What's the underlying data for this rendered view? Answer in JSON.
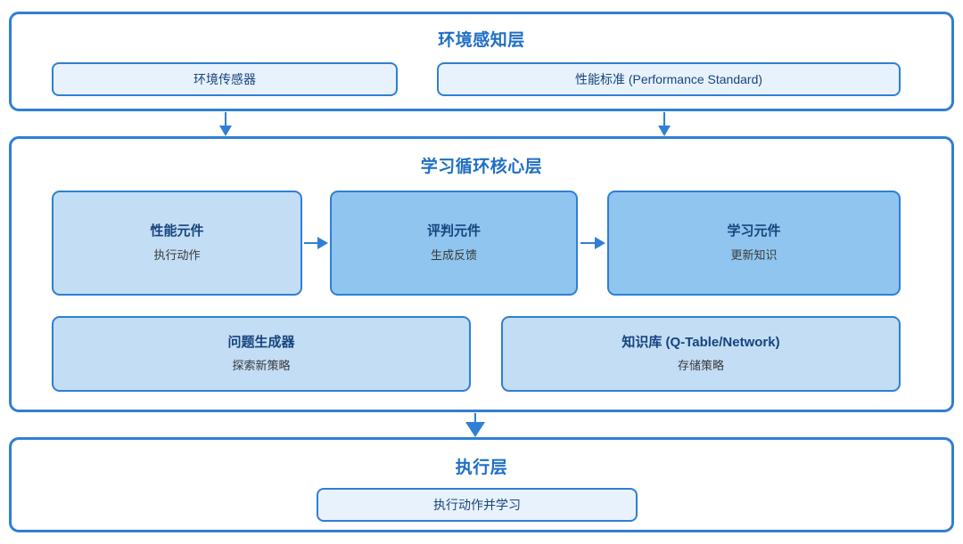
{
  "diagram": {
    "layers": [
      {
        "id": "perception",
        "title": "环境感知层",
        "nodes": [
          {
            "id": "env-sensor",
            "title": "环境传感器"
          },
          {
            "id": "perf-std",
            "title": "性能标准 (Performance Standard)"
          }
        ]
      },
      {
        "id": "core",
        "title": "学习循环核心层",
        "nodes": [
          {
            "id": "performance",
            "title": "性能元件",
            "sub": "执行动作"
          },
          {
            "id": "critic",
            "title": "评判元件",
            "sub": "生成反馈"
          },
          {
            "id": "learning",
            "title": "学习元件",
            "sub": "更新知识"
          },
          {
            "id": "problem-gen",
            "title": "问题生成器",
            "sub": "探索新策略"
          },
          {
            "id": "knowledge",
            "title": "知识库 (Q-Table/Network)",
            "sub": "存储策略"
          }
        ]
      },
      {
        "id": "exec",
        "title": "执行层",
        "nodes": [
          {
            "id": "exec-action",
            "title": "执行动作并学习"
          }
        ]
      }
    ],
    "connectors": [
      {
        "id": "sensor-down",
        "from": "env-sensor",
        "to": "core",
        "direction": "down"
      },
      {
        "id": "perfstd-down",
        "from": "perf-std",
        "to": "core",
        "direction": "down"
      },
      {
        "id": "perf-critic",
        "from": "performance",
        "to": "critic",
        "direction": "right"
      },
      {
        "id": "critic-learn",
        "from": "critic",
        "to": "learning",
        "direction": "right"
      },
      {
        "id": "core-down",
        "from": "core",
        "to": "exec",
        "direction": "down"
      }
    ],
    "colors": {
      "layer_border": "#2f7fd4",
      "layer_title": "#1f6fc4",
      "node_border": "#2f7fd4",
      "node_title": "#17447e",
      "node_sub": "#3a3a3a",
      "fill_pale": "#e8f2fc",
      "fill_light": "#c2ddf4",
      "fill_mid": "#8fc5ee",
      "arrow": "#2f7fd4",
      "background": "#ffffff"
    }
  }
}
